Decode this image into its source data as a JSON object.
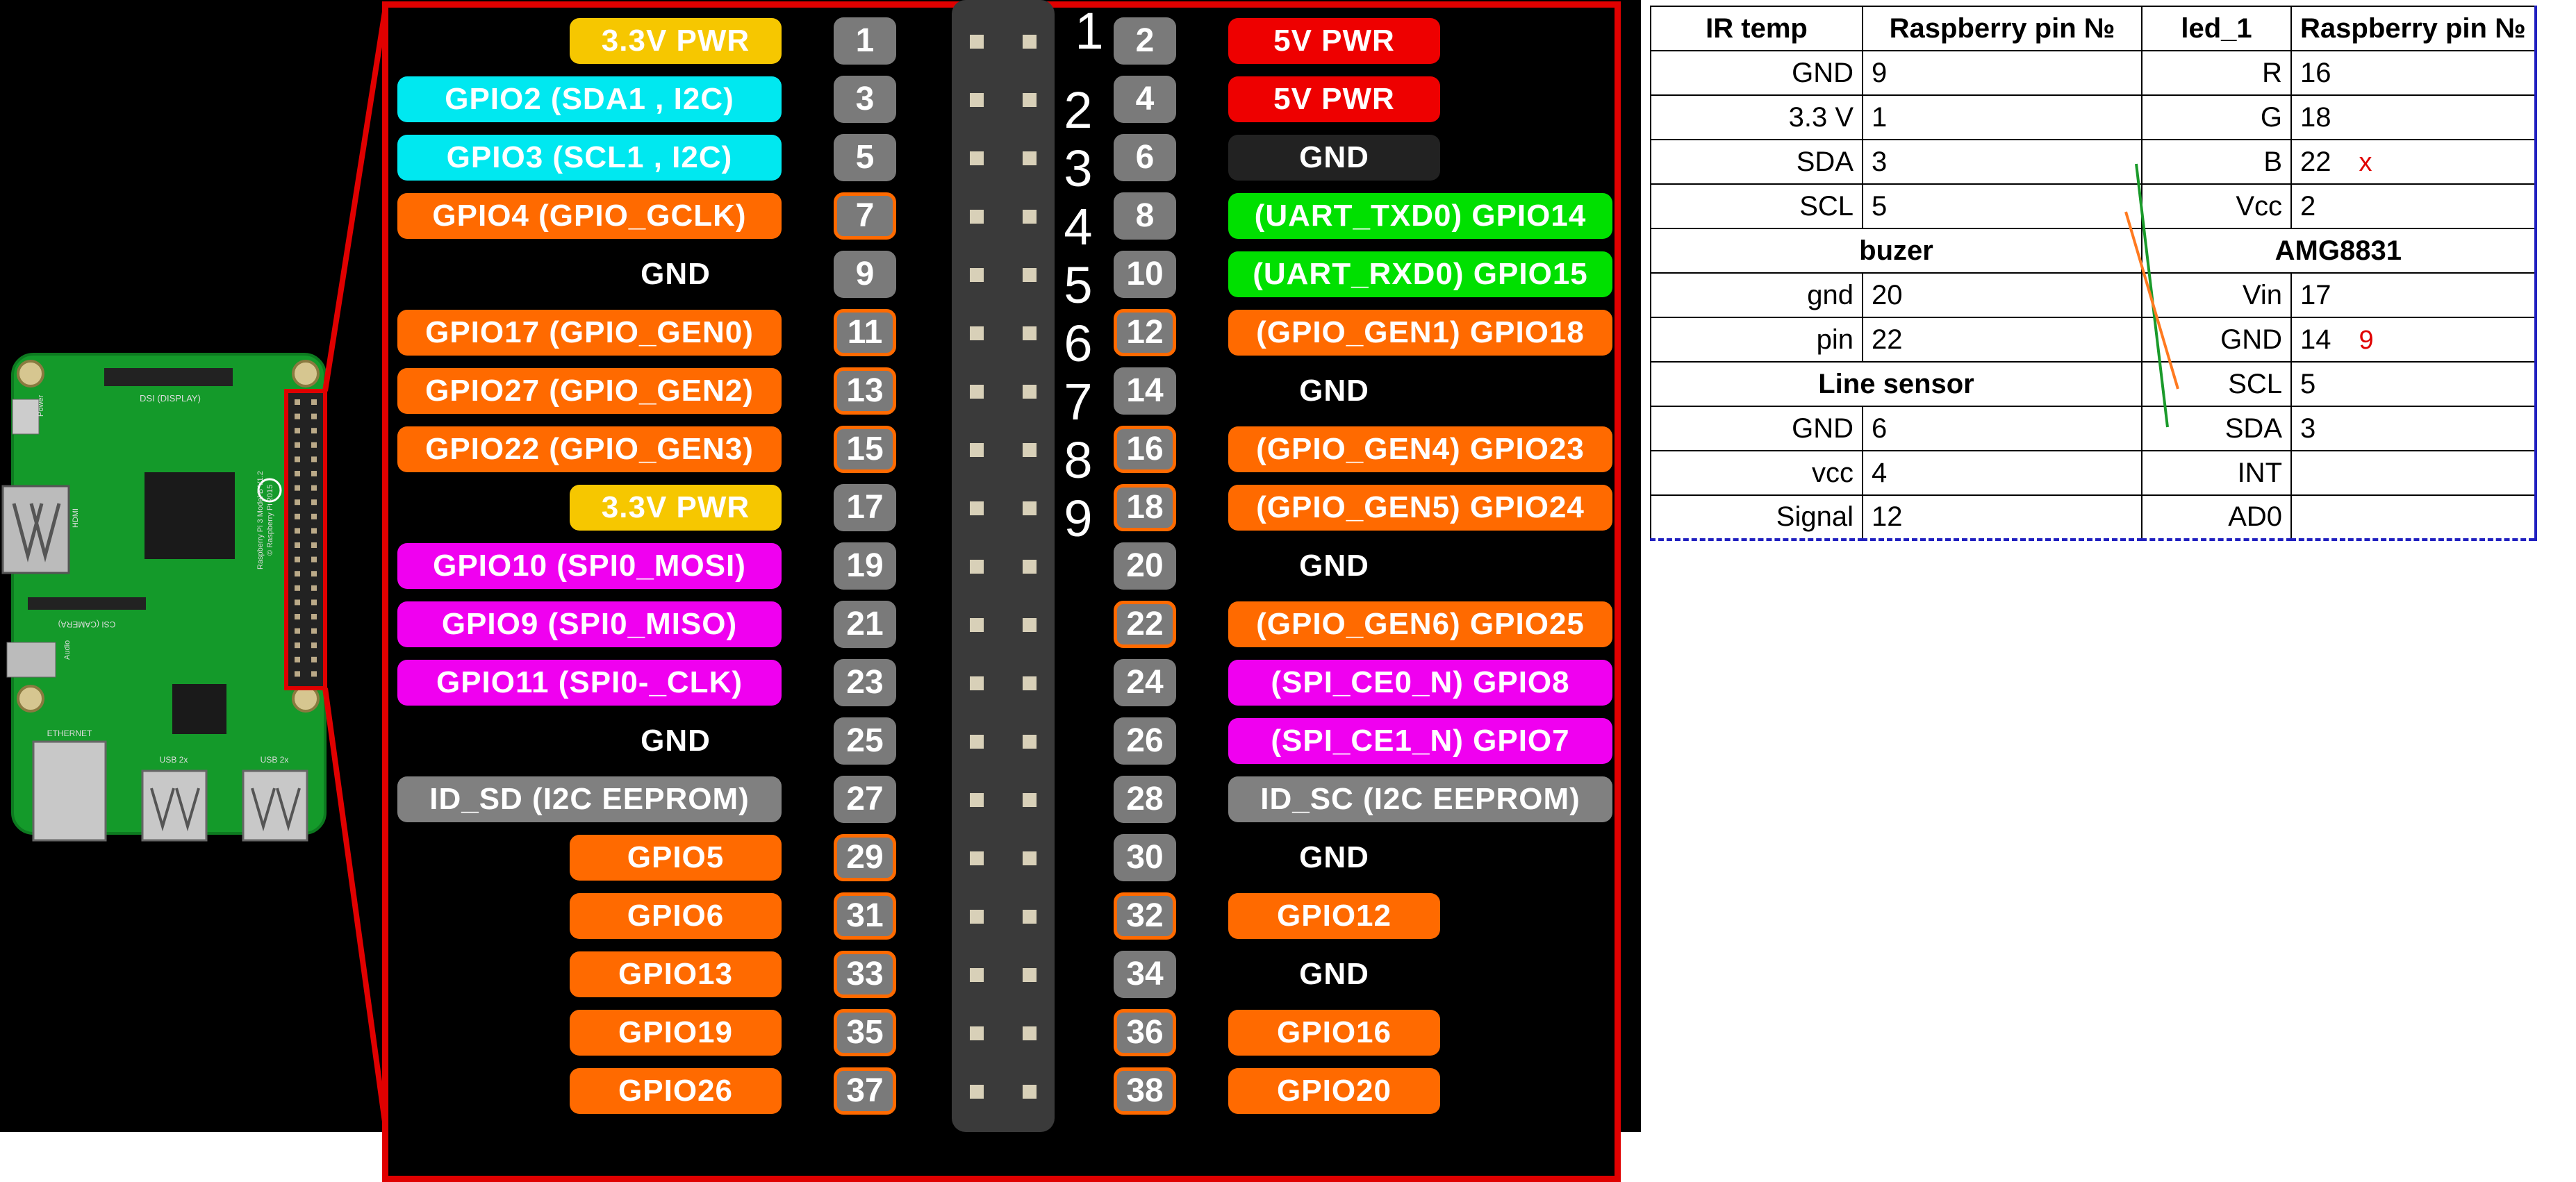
{
  "colors": {
    "power33": "#f6c700",
    "power5": "#ee0000",
    "ground_dark": "#222222",
    "i2c": "#00e8f0",
    "gpio": "#ff6a00",
    "uart": "#00e000",
    "spi": "#f000f0",
    "eeprom": "#808080",
    "frame": "#e00000"
  },
  "board": {
    "labels": {
      "dsi": "DSI (DISPLAY)",
      "csi": "CSI (CAMERA)",
      "hdmi": "HDMI",
      "audio": "Audio",
      "power": "Power",
      "ethernet": "ETHERNET",
      "usb1": "USB 2x",
      "usb2": "USB 2x",
      "model": "Raspberry Pi 3 Model B V1.2",
      "copyright": "© Raspberry Pi 2015"
    }
  },
  "header": {
    "rows": [
      {
        "left": {
          "label": "3.3V PWR",
          "color": "power33"
        },
        "lpin": "1",
        "lgpio": false,
        "rpin": "2",
        "rgpio": false,
        "right": {
          "label": "5V PWR",
          "color": "power5"
        },
        "ann": "1"
      },
      {
        "left": {
          "label": "GPIO2 (SDA1 , I2C)",
          "color": "i2c"
        },
        "lpin": "3",
        "lgpio": false,
        "rpin": "4",
        "rgpio": false,
        "right": {
          "label": "5V PWR",
          "color": "power5"
        },
        "ann": "2"
      },
      {
        "left": {
          "label": "GPIO3 (SCL1 , I2C)",
          "color": "i2c"
        },
        "lpin": "5",
        "lgpio": false,
        "rpin": "6",
        "rgpio": false,
        "right": {
          "label": "GND",
          "color": "ground_dark"
        },
        "ann": "3"
      },
      {
        "left": {
          "label": "GPIO4 (GPIO_GCLK)",
          "color": "gpio"
        },
        "lpin": "7",
        "lgpio": true,
        "rpin": "8",
        "rgpio": false,
        "right": {
          "label": "(UART_TXD0) GPIO14",
          "color": "uart"
        },
        "ann": "4"
      },
      {
        "left": {
          "label": "GND",
          "color": "none"
        },
        "lpin": "9",
        "lgpio": false,
        "rpin": "10",
        "rgpio": false,
        "right": {
          "label": "(UART_RXD0) GPIO15",
          "color": "uart"
        },
        "ann": "5"
      },
      {
        "left": {
          "label": "GPIO17 (GPIO_GEN0)",
          "color": "gpio"
        },
        "lpin": "11",
        "lgpio": true,
        "rpin": "12",
        "rgpio": true,
        "right": {
          "label": "(GPIO_GEN1) GPIO18",
          "color": "gpio"
        },
        "ann": "6"
      },
      {
        "left": {
          "label": "GPIO27 (GPIO_GEN2)",
          "color": "gpio"
        },
        "lpin": "13",
        "lgpio": true,
        "rpin": "14",
        "rgpio": false,
        "right": {
          "label": "GND",
          "color": "none"
        },
        "ann": "7"
      },
      {
        "left": {
          "label": "GPIO22 (GPIO_GEN3)",
          "color": "gpio"
        },
        "lpin": "15",
        "lgpio": true,
        "rpin": "16",
        "rgpio": true,
        "right": {
          "label": "(GPIO_GEN4) GPIO23",
          "color": "gpio"
        },
        "ann": "8"
      },
      {
        "left": {
          "label": "3.3V PWR",
          "color": "power33"
        },
        "lpin": "17",
        "lgpio": false,
        "rpin": "18",
        "rgpio": true,
        "right": {
          "label": "(GPIO_GEN5) GPIO24",
          "color": "gpio"
        },
        "ann": "9"
      },
      {
        "left": {
          "label": "GPIO10 (SPI0_MOSI)",
          "color": "spi"
        },
        "lpin": "19",
        "lgpio": false,
        "rpin": "20",
        "rgpio": false,
        "right": {
          "label": "GND",
          "color": "none"
        },
        "ann": ""
      },
      {
        "left": {
          "label": "GPIO9 (SPI0_MISO)",
          "color": "spi"
        },
        "lpin": "21",
        "lgpio": false,
        "rpin": "22",
        "rgpio": true,
        "right": {
          "label": "(GPIO_GEN6) GPIO25",
          "color": "gpio"
        },
        "ann": ""
      },
      {
        "left": {
          "label": "GPIO11 (SPI0-_CLK)",
          "color": "spi"
        },
        "lpin": "23",
        "lgpio": false,
        "rpin": "24",
        "rgpio": false,
        "right": {
          "label": "(SPI_CE0_N) GPIO8",
          "color": "spi"
        },
        "ann": ""
      },
      {
        "left": {
          "label": "GND",
          "color": "none"
        },
        "lpin": "25",
        "lgpio": false,
        "rpin": "26",
        "rgpio": false,
        "right": {
          "label": "(SPI_CE1_N) GPIO7",
          "color": "spi"
        },
        "ann": ""
      },
      {
        "left": {
          "label": "ID_SD (I2C EEPROM)",
          "color": "eeprom"
        },
        "lpin": "27",
        "lgpio": false,
        "rpin": "28",
        "rgpio": false,
        "right": {
          "label": "ID_SC (I2C EEPROM)",
          "color": "eeprom"
        },
        "ann": ""
      },
      {
        "left": {
          "label": "GPIO5",
          "color": "gpio"
        },
        "lpin": "29",
        "lgpio": true,
        "rpin": "30",
        "rgpio": false,
        "right": {
          "label": "GND",
          "color": "none"
        },
        "ann": ""
      },
      {
        "left": {
          "label": "GPIO6",
          "color": "gpio"
        },
        "lpin": "31",
        "lgpio": true,
        "rpin": "32",
        "rgpio": true,
        "right": {
          "label": "GPIO12",
          "color": "gpio"
        },
        "ann": ""
      },
      {
        "left": {
          "label": "GPIO13",
          "color": "gpio"
        },
        "lpin": "33",
        "lgpio": true,
        "rpin": "34",
        "rgpio": false,
        "right": {
          "label": "GND",
          "color": "none"
        },
        "ann": ""
      },
      {
        "left": {
          "label": "GPIO19",
          "color": "gpio"
        },
        "lpin": "35",
        "lgpio": true,
        "rpin": "36",
        "rgpio": true,
        "right": {
          "label": "GPIO16",
          "color": "gpio"
        },
        "ann": ""
      },
      {
        "left": {
          "label": "GPIO26",
          "color": "gpio"
        },
        "lpin": "37",
        "lgpio": true,
        "rpin": "38",
        "rgpio": true,
        "right": {
          "label": "GPIO20",
          "color": "gpio"
        },
        "ann": ""
      }
    ]
  },
  "table": {
    "headers": [
      "IR temp",
      "Raspberry pin №",
      "led_1",
      "Raspberry pin №"
    ],
    "rows": [
      {
        "type": "data",
        "a": "GND",
        "b": "9",
        "c": "R",
        "d": "16",
        "mark": ""
      },
      {
        "type": "data",
        "a": "3.3 V",
        "b": "1",
        "c": "G",
        "d": "18",
        "mark": ""
      },
      {
        "type": "data",
        "a": "SDA",
        "b": "3",
        "c": "B",
        "d": "22",
        "mark": "x"
      },
      {
        "type": "data",
        "a": "SCL",
        "b": "5",
        "c": "Vcc",
        "d": "2",
        "mark": ""
      },
      {
        "type": "section",
        "left": "buzer",
        "right": "AMG8831"
      },
      {
        "type": "data",
        "a": "gnd",
        "b": "20",
        "c": "Vin",
        "d": "17",
        "mark": ""
      },
      {
        "type": "data",
        "a": "pin",
        "b": "22",
        "c": "GND",
        "d": "14",
        "mark": "9"
      },
      {
        "type": "section",
        "left": "Line sensor",
        "right": "",
        "c": "SCL",
        "d": "5"
      },
      {
        "type": "data",
        "a": "GND",
        "b": "6",
        "c": "SDA",
        "d": "3",
        "mark": ""
      },
      {
        "type": "data",
        "a": "vcc",
        "b": "4",
        "c": "INT",
        "d": "",
        "mark": ""
      },
      {
        "type": "data",
        "a": "Signal",
        "b": "12",
        "c": "AD0",
        "d": "",
        "mark": ""
      }
    ]
  }
}
